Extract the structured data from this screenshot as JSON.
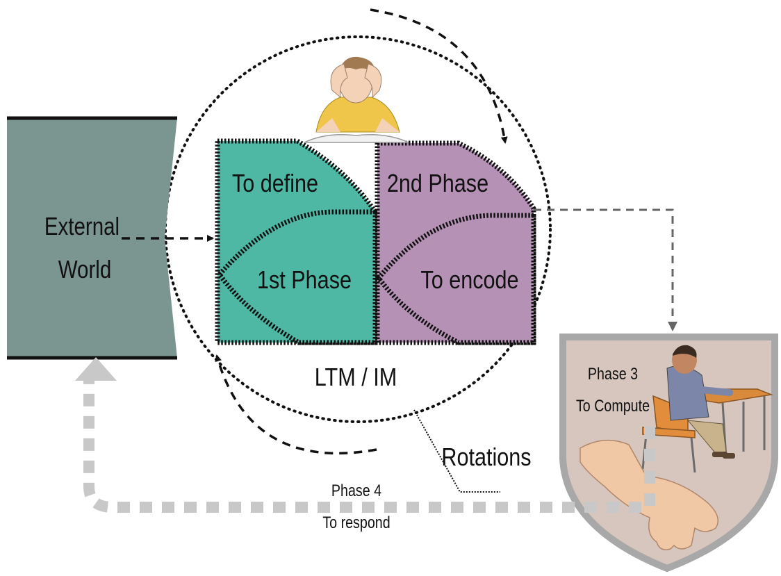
{
  "labels": {
    "external_world_line1": "External",
    "external_world_line2": "World",
    "to_define": "To define",
    "first_phase": "1st Phase",
    "second_phase": "2nd Phase",
    "to_encode": "To encode",
    "ltm_im": "LTM / IM",
    "rotations": "Rotations",
    "phase3_line1": "Phase 3",
    "phase3_line2": "To Compute",
    "phase4_line1": "Phase 4",
    "phase4_line2": "To respond"
  },
  "colors": {
    "external_world": "#7b9591",
    "phase1": "#4eb8a4",
    "phase2": "#b591b5",
    "shield_fill": "#d6c6bd",
    "shield_border": "#a8a8a8",
    "response_path": "#c8c8c8"
  },
  "icons": {
    "stressed_student": "stressed-student-illustration",
    "student_at_desk": "student-at-desk-illustration",
    "hand": "hand-illustration"
  }
}
